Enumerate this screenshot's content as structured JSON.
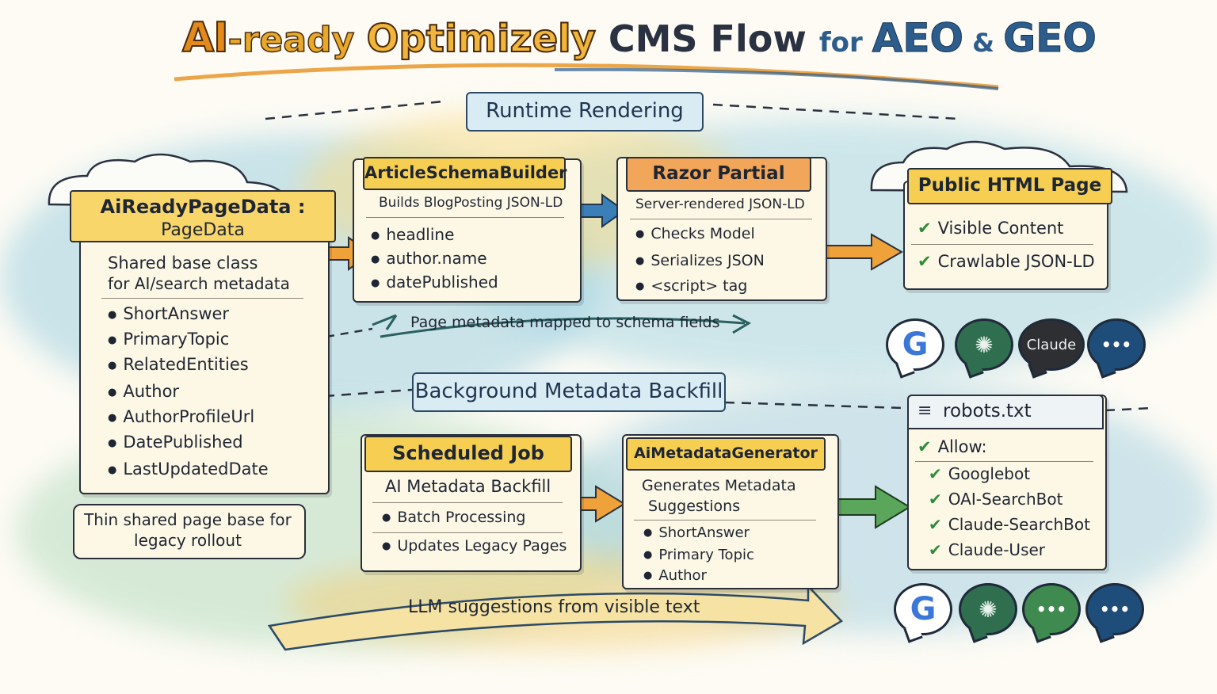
{
  "title": {
    "part1": "AI",
    "part2": "-ready ",
    "part3": "Optimizely",
    "part4": " CMS Flow ",
    "part5": "for ",
    "part6": "AEO",
    "part7": " & ",
    "part8": "GEO"
  },
  "banners": {
    "runtime": "Runtime Rendering",
    "backfill": "Background Metadata Backfill"
  },
  "page_data_box": {
    "header_line1": "AiReadyPageData :",
    "header_line2": "PageData",
    "desc_line1": "Shared base class",
    "desc_line2": "for AI/search metadata",
    "items": [
      "ShortAnswer",
      "PrimaryTopic",
      "RelatedEntities",
      "Author",
      "AuthorProfileUrl",
      "DatePublished",
      "LastUpdatedDate"
    ]
  },
  "schema_builder_box": {
    "header": "ArticleSchemaBuilder",
    "desc": "Builds BlogPosting JSON-LD",
    "items": [
      "headline",
      "author.name",
      "datePublished"
    ]
  },
  "razor_box": {
    "header": "Razor Partial",
    "desc": "Server-rendered JSON-LD",
    "items": [
      "Checks Model",
      "Serializes JSON",
      "<script> tag"
    ]
  },
  "public_page_box": {
    "header": "Public HTML Page",
    "checks": [
      "Visible Content",
      "Crawlable JSON-LD"
    ]
  },
  "mapping_note": "Page metadata mapped to schema fields",
  "scheduled_box": {
    "header": "Scheduled Job",
    "desc": "AI Metadata Backfill",
    "items": [
      "Batch Processing",
      "Updates Legacy Pages"
    ]
  },
  "generator_box": {
    "header": "AiMetadataGenerator",
    "desc_line1": "Generates Metadata",
    "desc_line2": "Suggestions",
    "items": [
      "ShortAnswer",
      "Primary Topic",
      "Author"
    ]
  },
  "robots_box": {
    "header": "robots.txt",
    "allow_label": "Allow:",
    "bots": [
      "Googlebot",
      "OAI-SearchBot",
      "Claude-SearchBot",
      "Claude-User"
    ]
  },
  "thin_note_line1": "Thin shared page base for",
  "thin_note_line2": "legacy rollout",
  "llm_note": "LLM suggestions from visible text",
  "icons": {
    "google": "G",
    "claude": "Claude",
    "chat": "•••"
  },
  "colors": {
    "header_yellow": "#f6cf52",
    "header_orange": "#f2a65a",
    "check_green": "#2f8c3a",
    "arrow_orange": "#f0a23a",
    "arrow_blue": "#3a7fb8",
    "arrow_green": "#5aa65a"
  }
}
